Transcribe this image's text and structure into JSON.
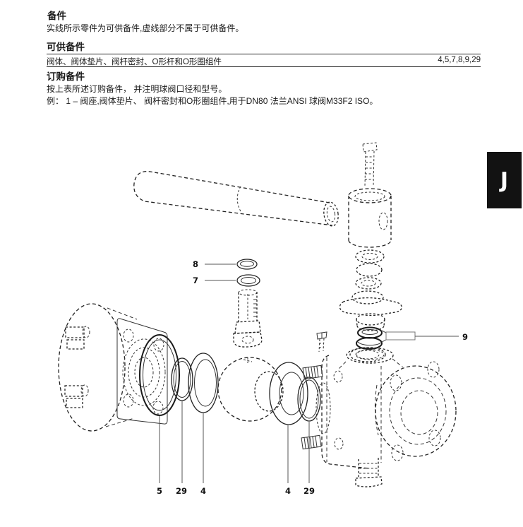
{
  "sections": {
    "spares": {
      "title": "备件",
      "body": "实线所示零件为可供备件,虚线部分不属于可供备件。"
    },
    "available": {
      "title": "可供备件",
      "row": {
        "description": "阀体、阀体垫片、阀杆密封、O形杆和O形圈组件",
        "part_numbers": "4,5,7,8,9,29"
      }
    },
    "ordering": {
      "title": "订购备件",
      "body": "按上表所述订购备件， 并注明球阀口径和型号。",
      "example": "例： 1 – 阀座,阀体垫片、 阀杆密封和O形圈组件,用于DN80 法兰ANSI 球阀M33F2 ISO。"
    }
  },
  "diagram": {
    "callouts": {
      "c8": "8",
      "c7": "7",
      "c9": "9",
      "c5": "5",
      "c29_left": "29",
      "c4_left": "4",
      "c4_right": "4",
      "c29_right": "29"
    }
  },
  "side_tab": {
    "letter": "J"
  }
}
